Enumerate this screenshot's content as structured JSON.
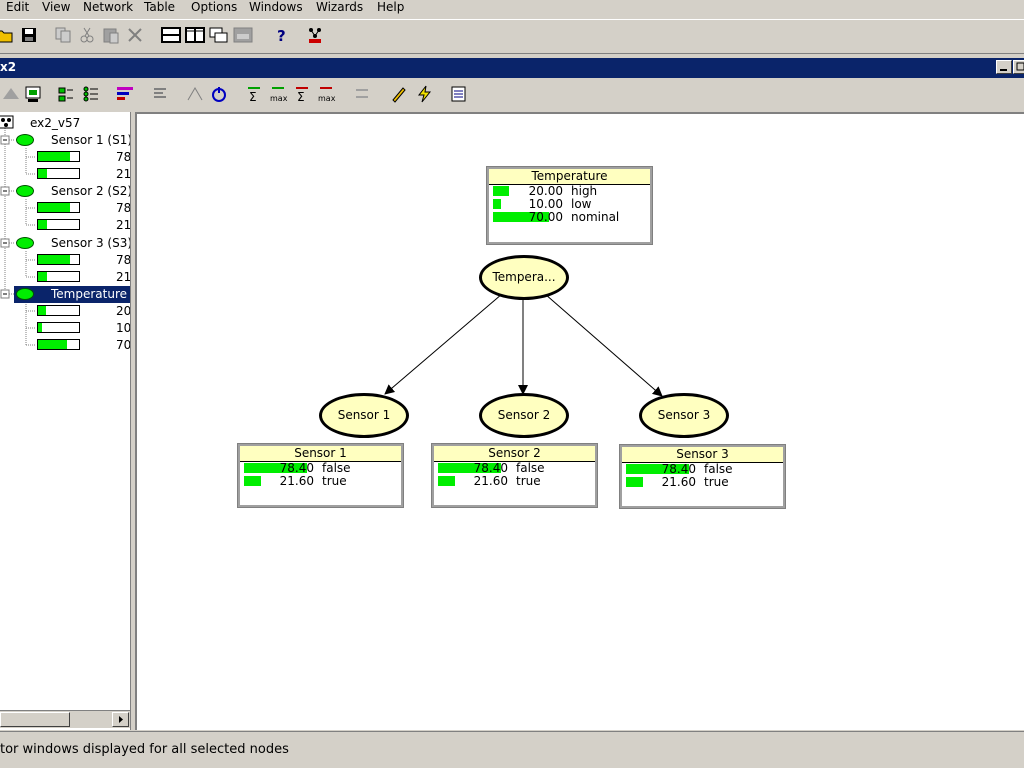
{
  "menu": [
    "Edit",
    "View",
    "Network",
    "Table",
    "Options",
    "Windows",
    "Wizards",
    "Help"
  ],
  "window": {
    "title": "x2"
  },
  "tree": {
    "root_label": "ex2_v57",
    "nodes": [
      {
        "label": "Sensor 1 (S1)",
        "values": [
          "78",
          "21"
        ],
        "fills": [
          0.784,
          0.216
        ],
        "selected": false
      },
      {
        "label": "Sensor 2 (S2)",
        "values": [
          "78",
          "21"
        ],
        "fills": [
          0.784,
          0.216
        ],
        "selected": false
      },
      {
        "label": "Sensor 3 (S3)",
        "values": [
          "78",
          "21"
        ],
        "fills": [
          0.784,
          0.216
        ],
        "selected": false
      },
      {
        "label": "Temperature",
        "values": [
          "20",
          "10",
          "70"
        ],
        "fills": [
          0.2,
          0.1,
          0.7
        ],
        "selected": true
      }
    ]
  },
  "network": {
    "temperature_monitor": {
      "title": "Temperature",
      "rows": [
        {
          "value": "20.00",
          "state": "high",
          "fill": 0.2
        },
        {
          "value": "10.00",
          "state": "low",
          "fill": 0.1
        },
        {
          "value": "70.00",
          "state": "nominal",
          "fill": 0.7
        }
      ]
    },
    "temperature_node": "Tempera...",
    "sensor_nodes": [
      "Sensor 1",
      "Sensor 2",
      "Sensor 3"
    ],
    "sensor_monitors": [
      {
        "title": "Sensor 1",
        "rows": [
          {
            "value": "78.40",
            "state": "false",
            "fill": 0.784
          },
          {
            "value": "21.60",
            "state": "true",
            "fill": 0.216
          }
        ]
      },
      {
        "title": "Sensor 2",
        "rows": [
          {
            "value": "78.40",
            "state": "false",
            "fill": 0.784
          },
          {
            "value": "21.60",
            "state": "true",
            "fill": 0.216
          }
        ]
      },
      {
        "title": "Sensor 3",
        "rows": [
          {
            "value": "78.40",
            "state": "false",
            "fill": 0.784
          },
          {
            "value": "21.60",
            "state": "true",
            "fill": 0.216
          }
        ]
      }
    ]
  },
  "status": "tor windows displayed for all selected nodes",
  "colors": {
    "bar": "#00ee00",
    "node_fill": "#ffffc0",
    "titlebar": "#0a246a",
    "selection": "#0a246a"
  }
}
